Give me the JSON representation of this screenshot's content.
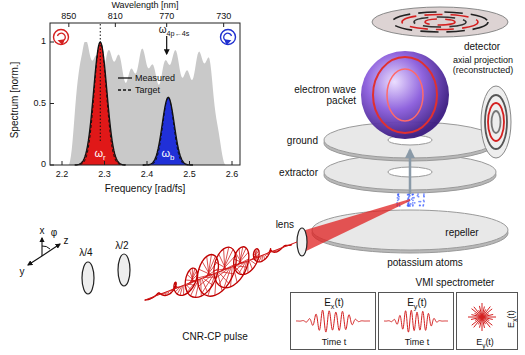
{
  "diagram": {
    "nodes": [
      {
        "text": [
          "Ex(t)",
          "Time t"
        ]
      },
      {
        "text": [
          "Ey(t)",
          "Time t"
        ]
      },
      {
        "text": [
          "Ex(t)",
          "Ey(t)"
        ]
      }
    ],
    "labels": [
      "Wavelength [nm]",
      "850",
      "810",
      "770",
      "730",
      "Spectrum [norm.]",
      "1",
      "0.5",
      "0",
      "2.2",
      "2.3",
      "2.4",
      "2.5",
      "2.6",
      "Frequency [rad/fs]",
      "ω4p←4s",
      "ωr",
      "ωb",
      "detector",
      "axial projection (reconstructed)",
      "electron wave packet",
      "ground",
      "extractor",
      "potassium atoms",
      "repeller",
      "VMI spectrometer",
      "lens",
      "λ/4",
      "λ/2",
      "CNR-CP pulse",
      "x",
      "y",
      "z",
      "φ"
    ],
    "legend": [
      {
        "text": "Measured"
      },
      {
        "text": "Target"
      }
    ]
  }
}
